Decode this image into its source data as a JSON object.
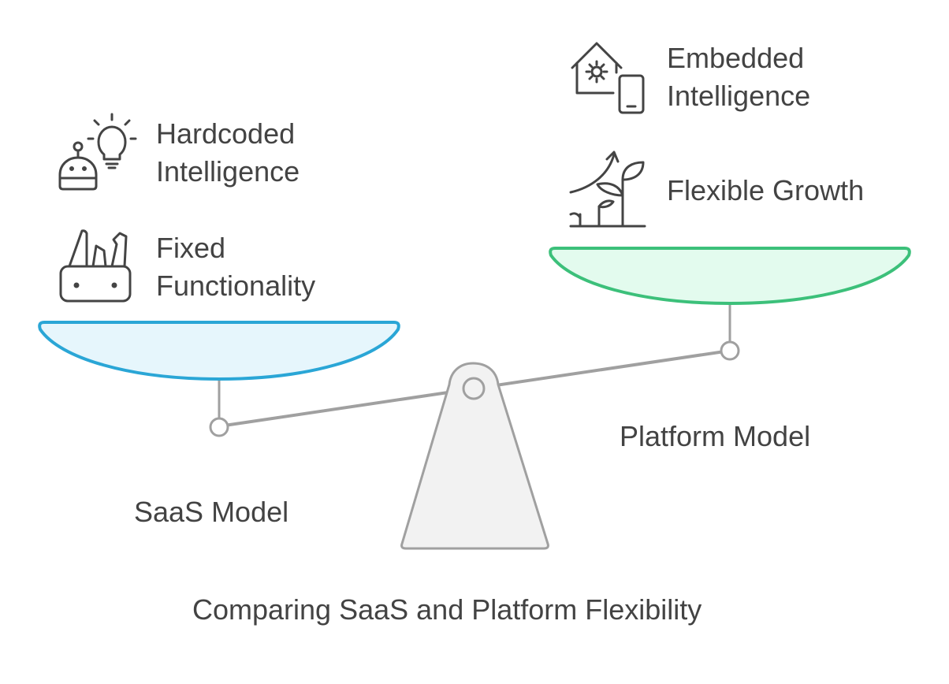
{
  "title": "Comparing SaaS and Platform Flexibility",
  "left": {
    "label": "SaaS Model",
    "pan_color": "#2aa6d6",
    "pan_fill": "#e6f6fc",
    "items": [
      {
        "line1": "Hardcoded",
        "line2": "Intelligence",
        "icon": "robot-lightbulb-icon"
      },
      {
        "line1": "Fixed",
        "line2": "Functionality",
        "icon": "swiss-army-knife-icon"
      }
    ]
  },
  "right": {
    "label": "Platform Model",
    "pan_color": "#3cc07a",
    "pan_fill": "#e3fbee",
    "items": [
      {
        "line1": "Embedded",
        "line2": "Intelligence",
        "icon": "smart-home-phone-icon"
      },
      {
        "line1": "Flexible Growth",
        "line2": "",
        "icon": "growing-plant-icon"
      }
    ]
  },
  "colors": {
    "beam": "#a0a0a0",
    "fulcrum_fill": "#f2f2f2",
    "fulcrum_stroke": "#a0a0a0",
    "icon": "#444444",
    "text": "#434343"
  }
}
